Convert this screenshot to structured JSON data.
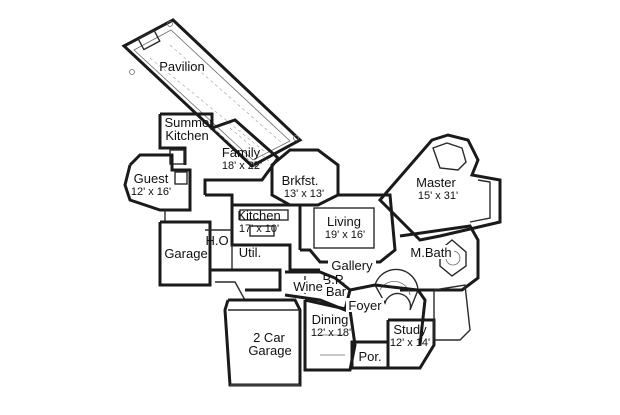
{
  "rooms": {
    "pavilion": {
      "name": "Pavilion"
    },
    "summer_kitchen": {
      "name_line1": "Summer",
      "name_line2": "Kitchen"
    },
    "family": {
      "name": "Family",
      "dim": "18' x 22'"
    },
    "guest": {
      "name": "Guest",
      "dim": "12' x 16'"
    },
    "brkfst": {
      "name": "Brkfst.",
      "dim": "13' x 13'"
    },
    "master": {
      "name": "Master",
      "dim": "15' x 31'"
    },
    "kitchen": {
      "name": "Kitchen",
      "dim": "17' x 10'"
    },
    "living": {
      "name": "Living",
      "dim": "19' x 16'"
    },
    "ho": {
      "name": "H.O"
    },
    "garage_small": {
      "name": "Garage"
    },
    "util": {
      "name": "Util."
    },
    "gallery": {
      "name": "Gallery"
    },
    "m_bath": {
      "name": "M.Bath"
    },
    "bp": {
      "name": "B.P."
    },
    "wine": {
      "name": "Wine"
    },
    "bar": {
      "name": "Bar"
    },
    "foyer": {
      "name": "Foyer"
    },
    "dining": {
      "name": "Dining",
      "dim": "12' x 18'"
    },
    "garage_2car": {
      "name_line1": "2 Car",
      "name_line2": "Garage"
    },
    "study": {
      "name": "Study",
      "dim": "12' x 14'"
    },
    "porch": {
      "name": "Por."
    }
  }
}
